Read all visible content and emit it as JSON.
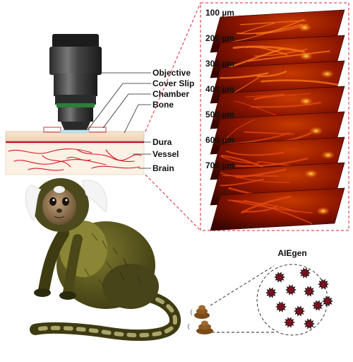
{
  "labels": {
    "objective": "Objective",
    "cover_slip": "Cover Slip",
    "chamber": "Chamber",
    "bone": "Bone",
    "dura": "Dura",
    "vessel": "Vessel",
    "brain": "Brain",
    "aiegen": "AIEgen"
  },
  "depths": [
    "100 µm",
    "200 µm",
    "300 µm",
    "400 µm",
    "500 µm",
    "600 µm",
    "700 µm"
  ],
  "colors": {
    "dura": "#c8102e",
    "vessel": "#d8182a",
    "dashed": "#d9232e",
    "tissue": "#f2e0c8",
    "image_dark": "#3a0500",
    "image_bright": "#ff6a00",
    "aiegen_body": "#7a1020",
    "fur": "#5c5a1e"
  }
}
